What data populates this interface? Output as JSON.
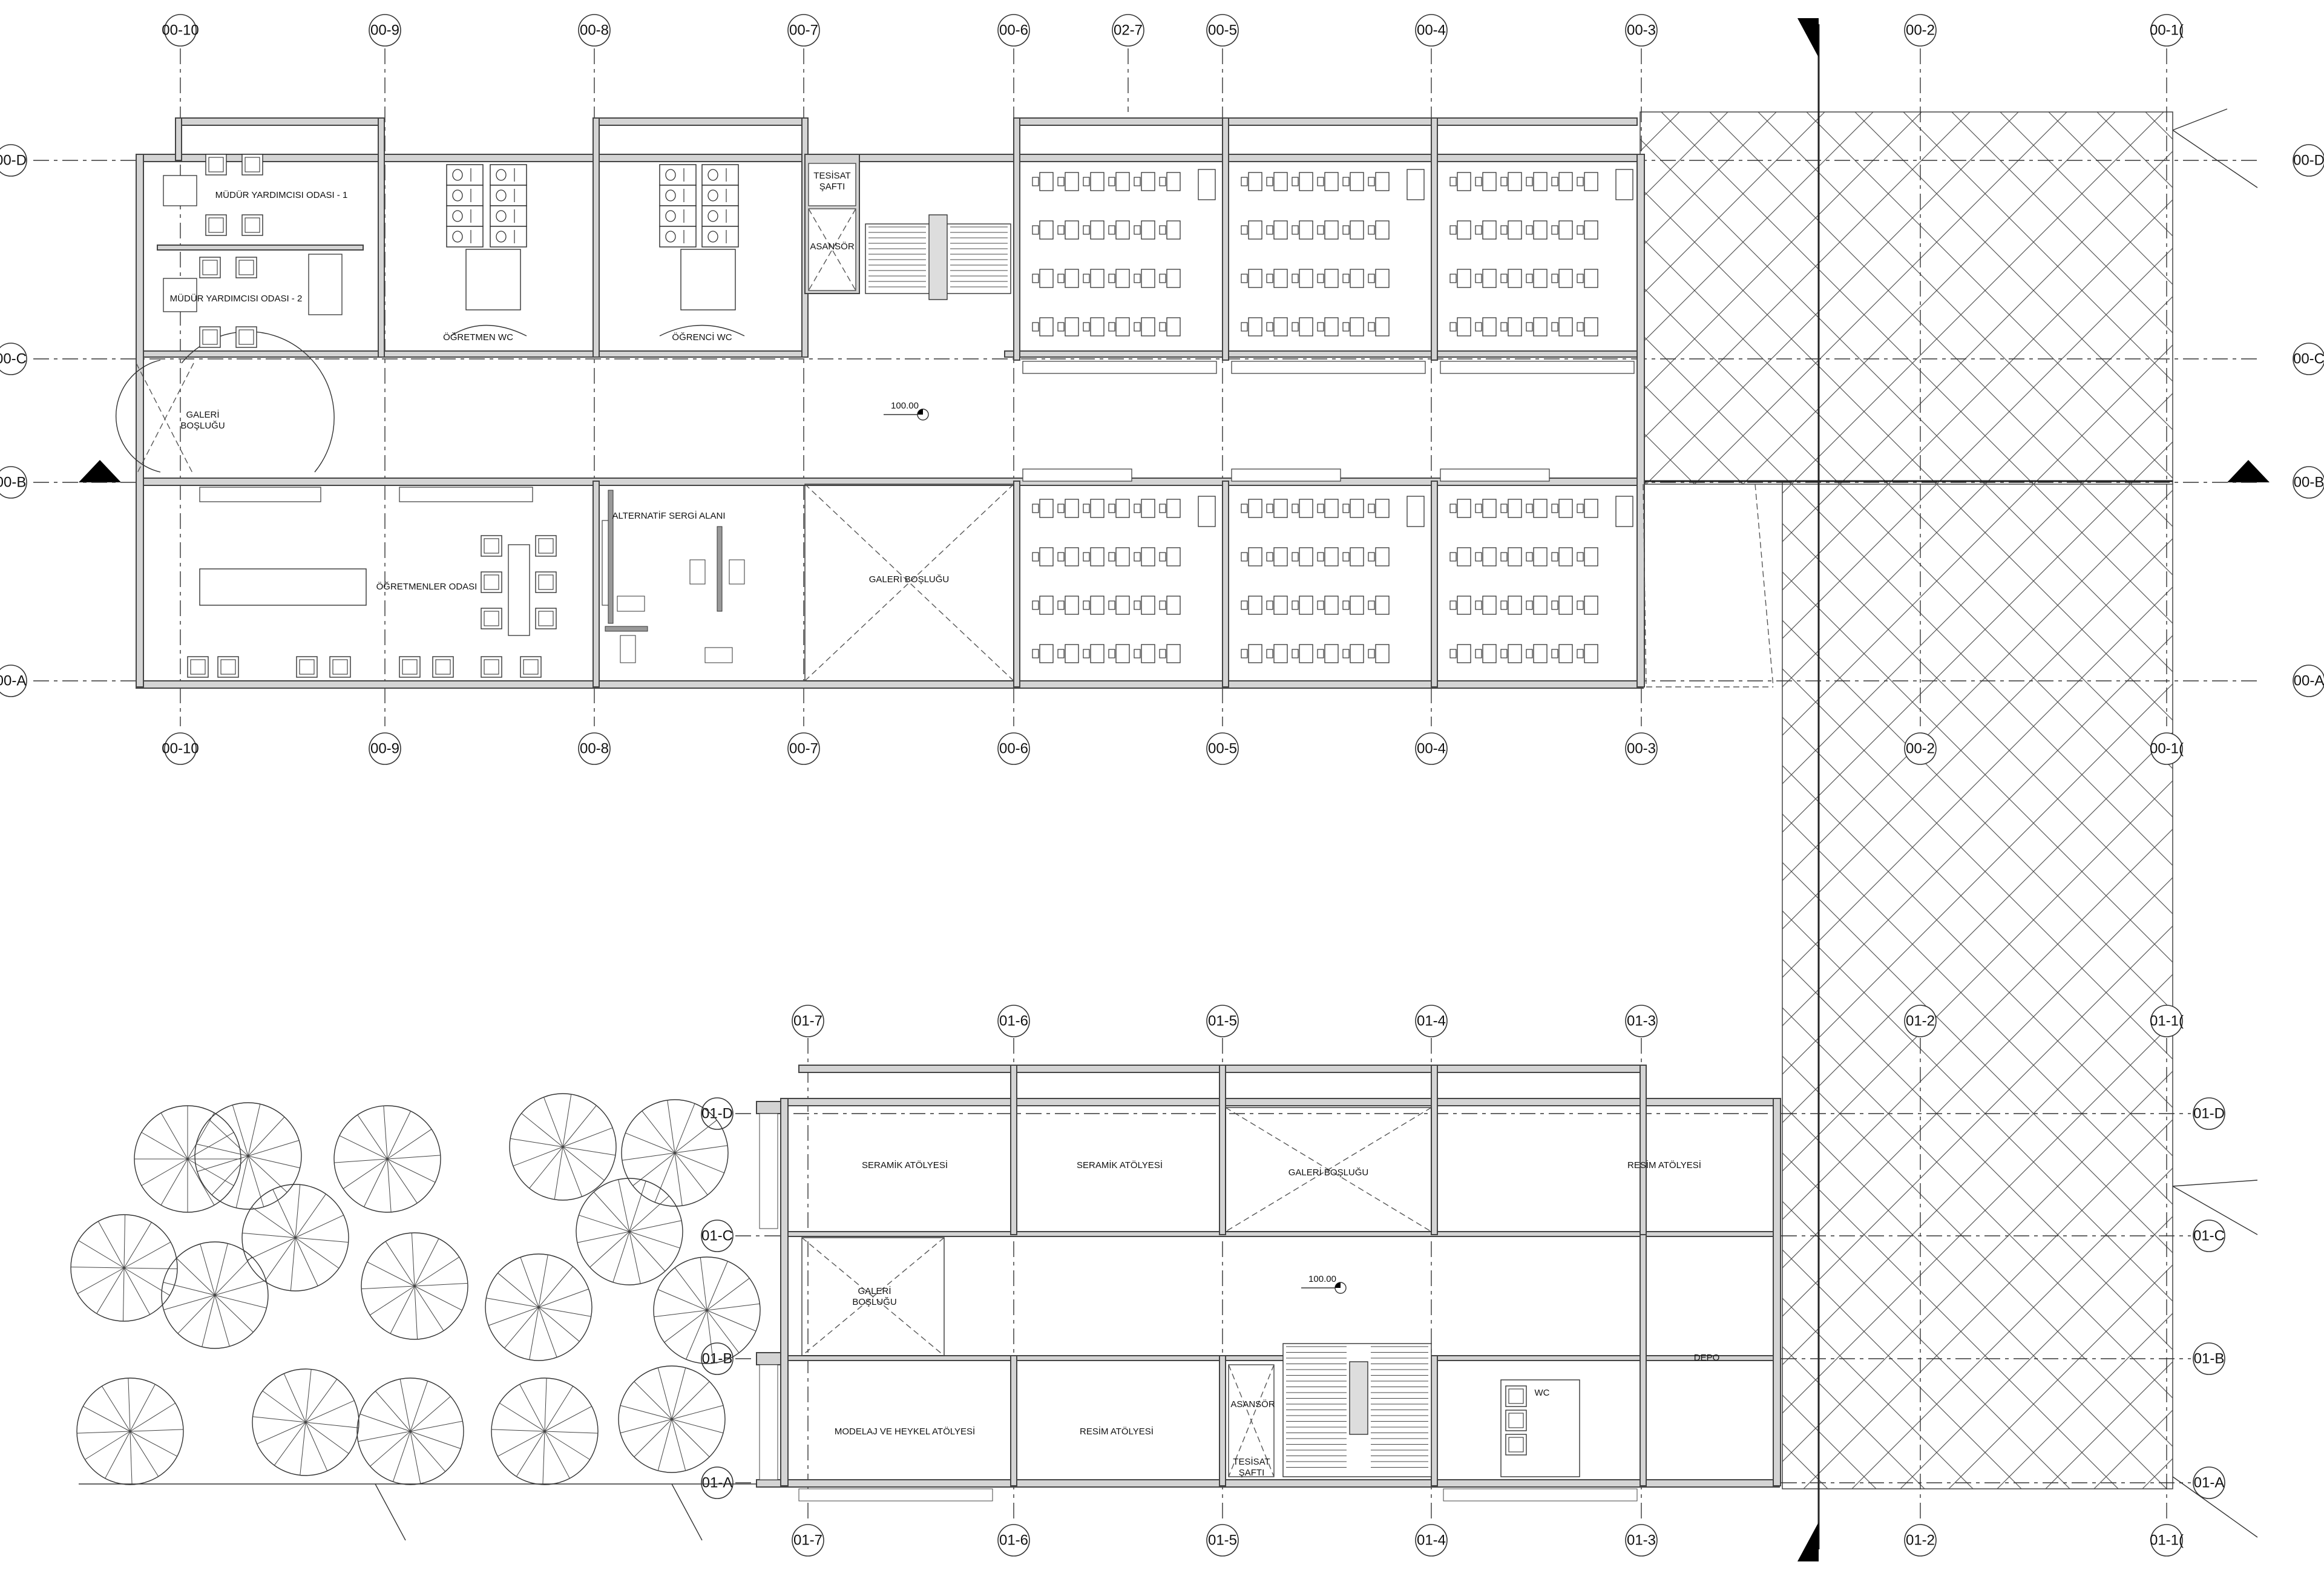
{
  "grid": {
    "ground_cols": [
      "00-10",
      "00-9",
      "00-8",
      "00-7",
      "00-6",
      "02-7",
      "00-5",
      "00-4",
      "00-3",
      "00-2",
      "00-1("
    ],
    "ground_rows": [
      "00-D",
      "00-C",
      "00-B",
      "00-A"
    ],
    "upper_cols": [
      "01-7",
      "01-6",
      "01-5",
      "01-4",
      "01-3",
      "01-2",
      "01-1("
    ],
    "upper_rows": [
      "01-D",
      "01-C",
      "01-B",
      "01-A"
    ]
  },
  "rooms_ground": {
    "mudur1": "MÜDÜR YARDIMCISI ODASI - 1",
    "mudur2": "MÜDÜR YARDIMCISI ODASI - 2",
    "ogretmen_wc": "ÖĞRETMEN WC",
    "ogrenci_wc": "ÖĞRENCİ WC",
    "tesisat_1": "TESİSAT",
    "tesisat_2": "ŞAFTI",
    "asansor": "ASANSÖR",
    "galeri_1": "GALERİ",
    "galeri_2": "BOŞLUĞU",
    "ogretmenler": "ÖĞRETMENLER ODASI",
    "sergi": "ALTERNATİF SERGİ ALANI",
    "galeri_full": "GALERİ BOŞLUĞU",
    "level": "100.00"
  },
  "rooms_upper": {
    "seramik1": "SERAMİK ATÖLYESİ",
    "seramik2": "SERAMİK ATÖLYESİ",
    "galeri_full": "GALERİ BOŞLUĞU",
    "resim1": "RESİM ATÖLYESİ",
    "galeri_1": "GALERİ",
    "galeri_2": "BOŞLUĞU",
    "depo": "DEPO",
    "asansor": "ASANSÖR",
    "wc": "WC",
    "modelaj": "MODELAJ VE HEYKEL ATÖLYESİ",
    "resim2": "RESİM ATÖLYESİ",
    "tesisat_1": "TESİSAT",
    "tesisat_2": "ŞAFTI",
    "level": "100.00"
  }
}
